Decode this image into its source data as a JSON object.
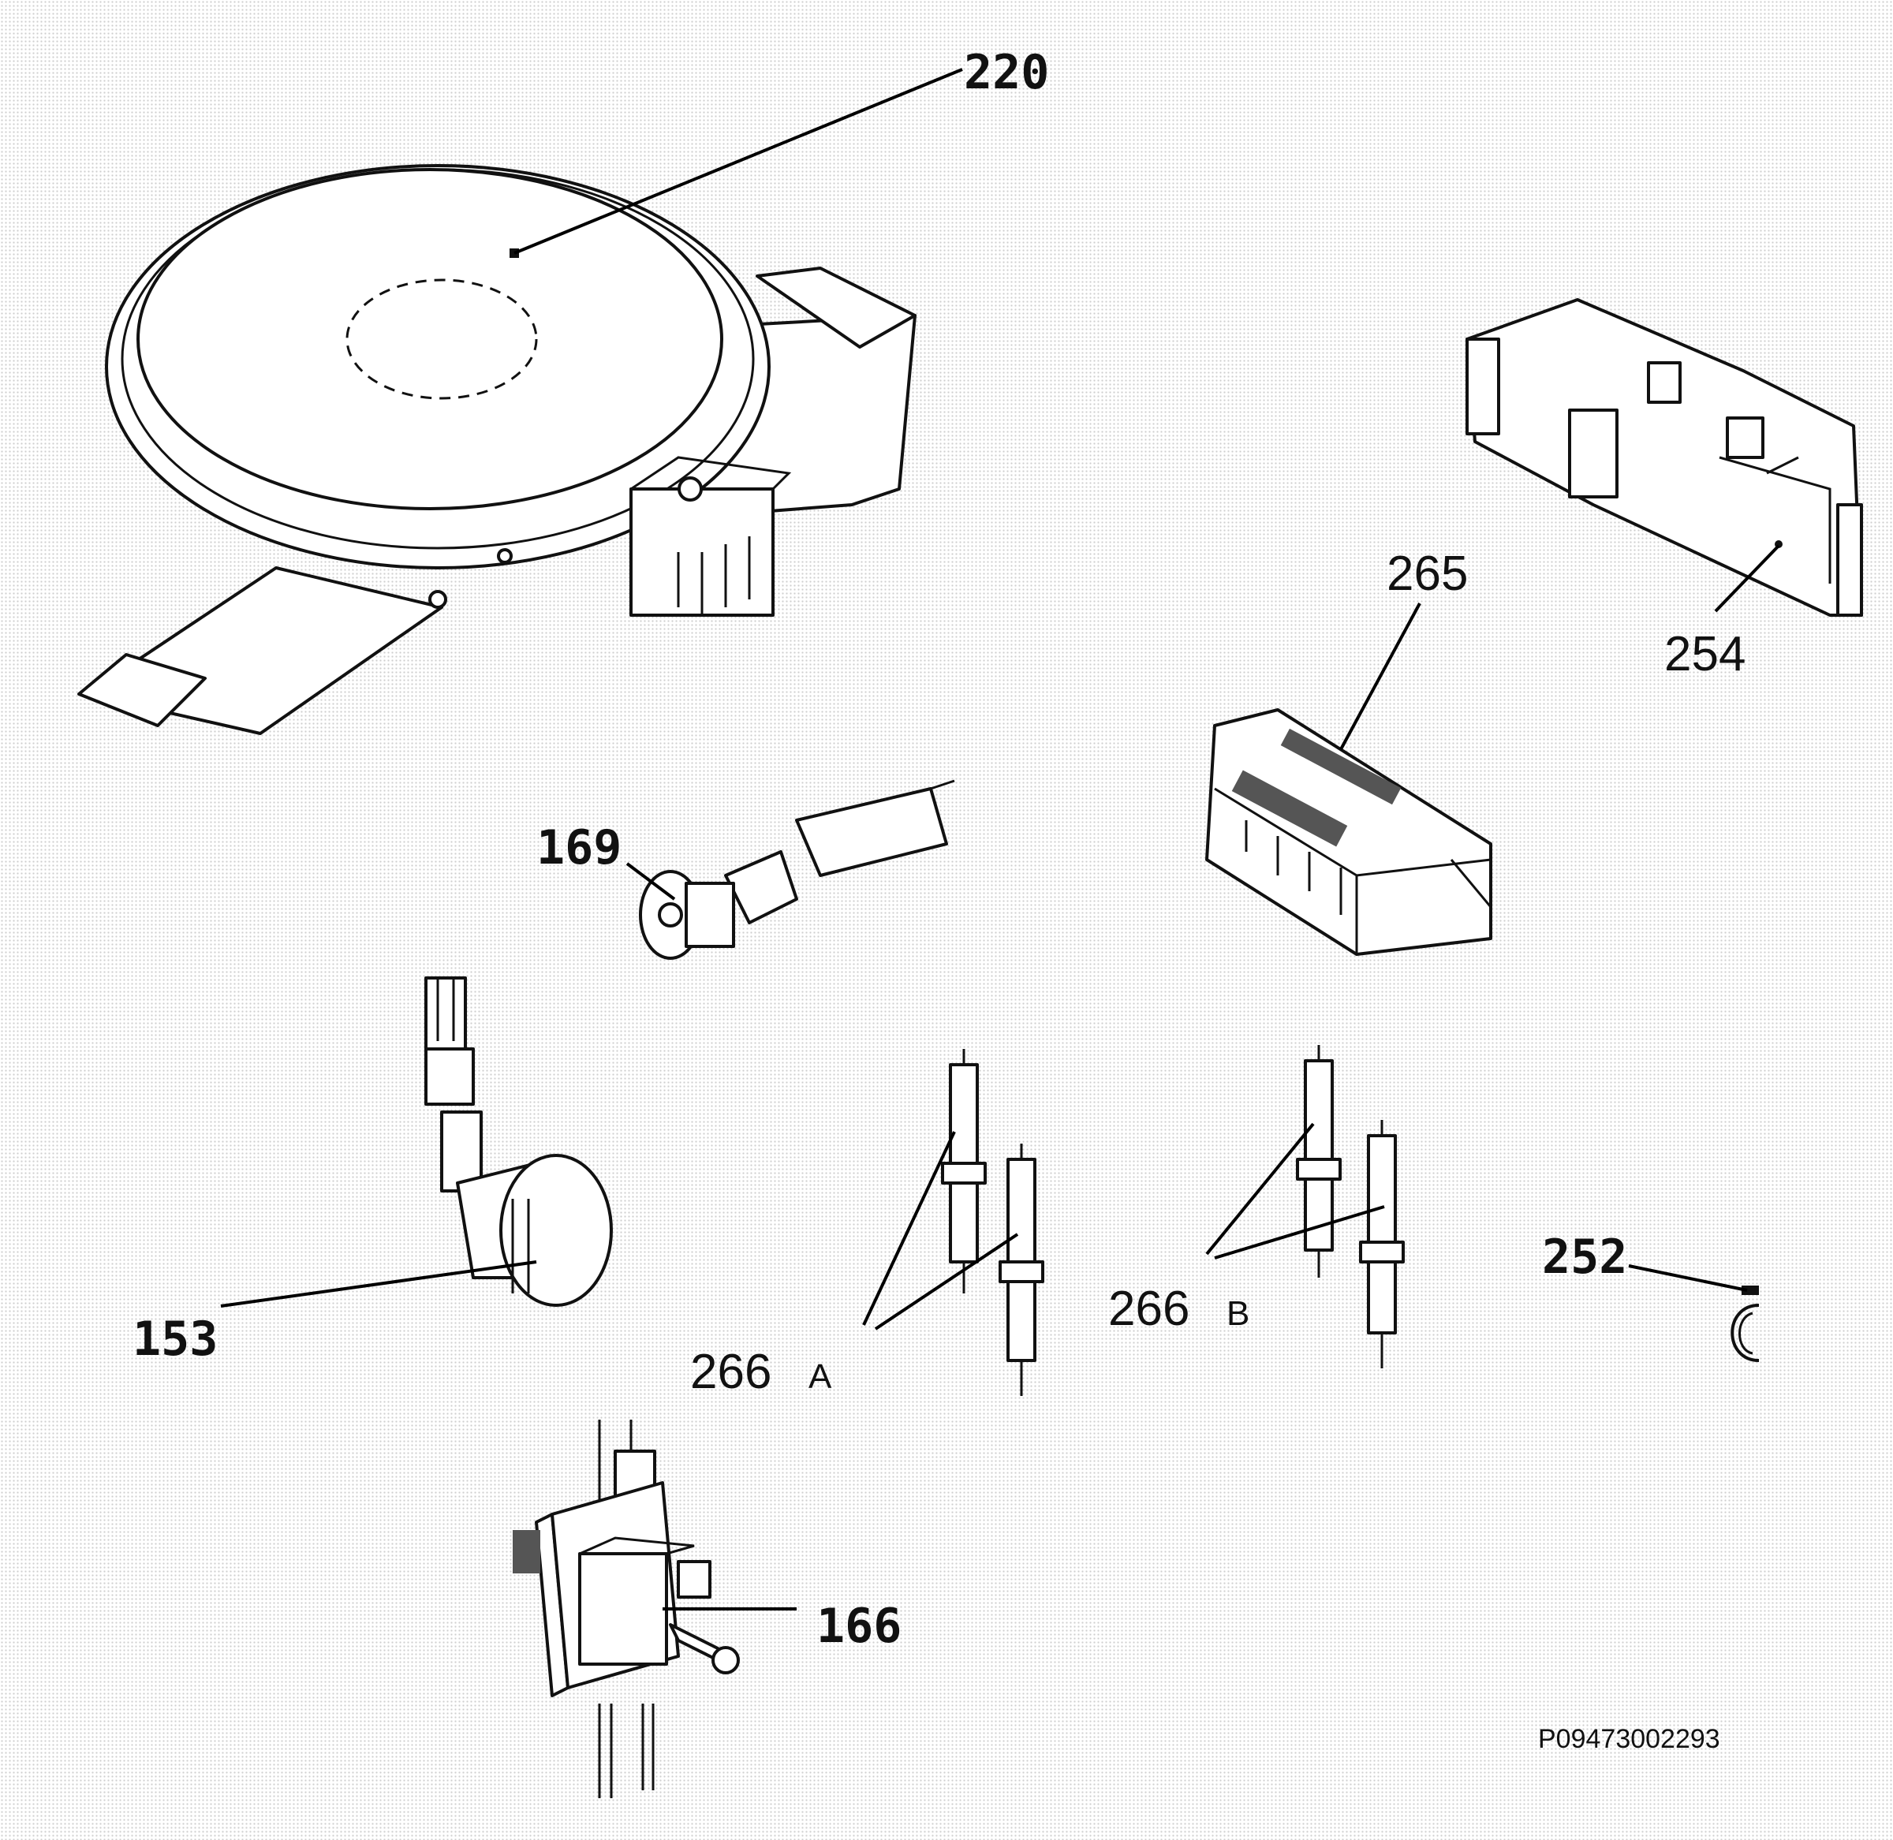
{
  "labels": {
    "p220": "220",
    "p254": "254",
    "p265": "265",
    "p169": "169",
    "p153": "153",
    "p266a": "266",
    "p266a_suffix": "A",
    "p266b": "266",
    "p266b_suffix": "B",
    "p252": "252",
    "p166": "166"
  },
  "drawing_code": "P09473002293",
  "colors": {
    "line": "#111111",
    "background": "#ffffff",
    "stipple": "#cfcfcf"
  }
}
